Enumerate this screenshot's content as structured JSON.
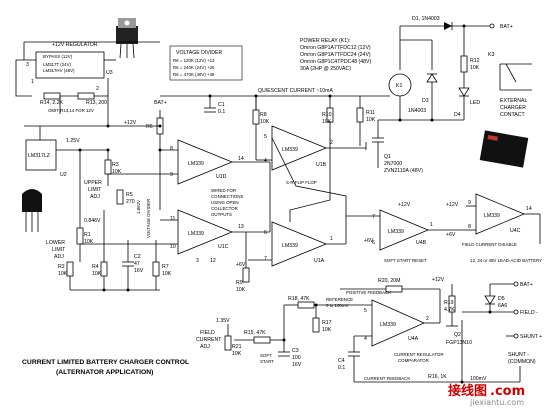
{
  "title_line1": "CURRENT LIMITED BATTERY CHARGER CONTROL",
  "title_line2": "(ALTERNATOR APPLICATION)",
  "regulator": {
    "label": "+12V REGULATOR",
    "bypass": "BYPASS (12V)",
    "part1": "LM317T (24V)",
    "part2": "LM317HV (48V)",
    "ref": "U3",
    "r14": "R14, 2.2K",
    "r13": "R13, 200",
    "omit": "OMIT R13,14 FOR 12V",
    "out": "+12V"
  },
  "divider": {
    "title": "VOLTAGE DIVIDER",
    "l1": "R6 = 120K (12V) +13",
    "l2": "R6 = 240K (24V) +25",
    "l3": "R6 = 470K (48V) +48"
  },
  "relay": {
    "title": "POWER RELAY (K1):",
    "l1": "Omron G8P1A7TFDC12 (12V)",
    "l2": "Omron G8P1A7TFDC24 (24V)",
    "l3": "Omron G8P1C4TPDC48 (48V)",
    "l4": "30A (2HP @ 250VAC)",
    "k1": "K1"
  },
  "quiescent": "QUIESCENT CURRENT ~10mA",
  "labels": {
    "bat_plus": "BAT+",
    "bat_minus": "BAT-",
    "field_minus": "FIELD -",
    "shunt_plus": "SHUNT +",
    "shunt_minus": "SHUNT -",
    "shunt_common": "(COMMON)",
    "ext_charger1": "EXTERNAL",
    "ext_charger2": "CHARGER",
    "ext_charger3": "CONTACT",
    "k3": "K3",
    "d1": "D1, 1N4003",
    "d3a": "D3",
    "d3b": "1N4003",
    "d4": "D4",
    "led": "LED",
    "r12a": "R12",
    "r12b": "10K",
    "q1a": "Q1",
    "q1b": "2N7000",
    "q1c": "ZVN2110A (48V)",
    "lm317lz": "LM317LZ",
    "u2": "U2",
    "v125": "1.25V",
    "upper1": "UPPER",
    "upper2": "LIMIT",
    "upper3": "ADJ",
    "lower1": "LOWER",
    "lower2": "LIMIT",
    "lower3": "ADJ",
    "r1a": "R1",
    "r1b": "10K",
    "r2a": "R2",
    "r2b": "10K",
    "r3a": "R3",
    "r3b": "10K",
    "r4a": "R4",
    "r4b": "10K",
    "r5a": "R5",
    "r5b": "270",
    "r6": "R6",
    "r7a": "R7",
    "r7b": "10K",
    "r8a": "R8",
    "r8b": "10K",
    "r9a": "R9",
    "r9b": "10K",
    "r10a": "R10",
    "r10b": "10K",
    "r11a": "R11",
    "r11b": "10K",
    "c1a": "C1",
    "c1b": "0.1",
    "c2a": "C2",
    "c2b": "47",
    "c2c": "16V",
    "u1a": "U1A",
    "u1b": "U1B",
    "u1c": "U1C",
    "u1d": "U1D",
    "lm339": "LM339",
    "wired1": "WIRED FOR",
    "wired2": "CONNECTIONS",
    "wired3": "USING OPEN",
    "wired4": "COLLECTOR",
    "wired5": "OUTPUTS",
    "srff": "S-R FLIP FLOP",
    "vdiv": "VOLTAGE DIVIDER",
    "v186": "1.862V",
    "v0846": "0.846V",
    "u4b": "U4B",
    "u4c": "U4C",
    "u4a": "U4A",
    "soft_reset": "SOFT START RESET",
    "field_disable": "FIELD CURRENT DISABLE",
    "lead_acid": "12, 24 or 48V LEAD-ACID BATTERY",
    "r20": "R20, 20M",
    "pos_fb": "POSITIVE FEEDBACK",
    "r18": "R18, 47K",
    "reference1": "REFERENCE",
    "reference2": "0 to 100mV",
    "r17a": "R17",
    "r17b": "10K",
    "r15": "R15, 47K",
    "r21a": "R21",
    "r21b": "10K",
    "field1": "FIELD",
    "field2": "CURRENT",
    "field3": "ADJ",
    "v135": "1.35V",
    "c3a": "C3",
    "c3b": "100",
    "c3c": "16V",
    "soft1": "SOFT",
    "soft2": "START",
    "c4a": "C4",
    "c4b": "0.1",
    "cur_reg1": "CURRENT REGULATOR",
    "cur_reg2": "COMPARATOR",
    "cur_fb": "CURRENT FEEDBACK",
    "r16": "R16, 1K",
    "mv100": "100mV",
    "r19a": "R19",
    "r19b": "4.7K",
    "d5a": "D5",
    "d5b": "6A6",
    "q2a": "Q2",
    "q2b": "FGP13N10",
    "v6a": "+6V",
    "v6b": "+6V",
    "v6c": "+6V",
    "v12a": "+12V",
    "v12b": "+12V",
    "v12c": "+12V"
  },
  "watermark": {
    "cn": "接线图",
    "dot": ".com",
    "url": "jiexiantu.com"
  }
}
